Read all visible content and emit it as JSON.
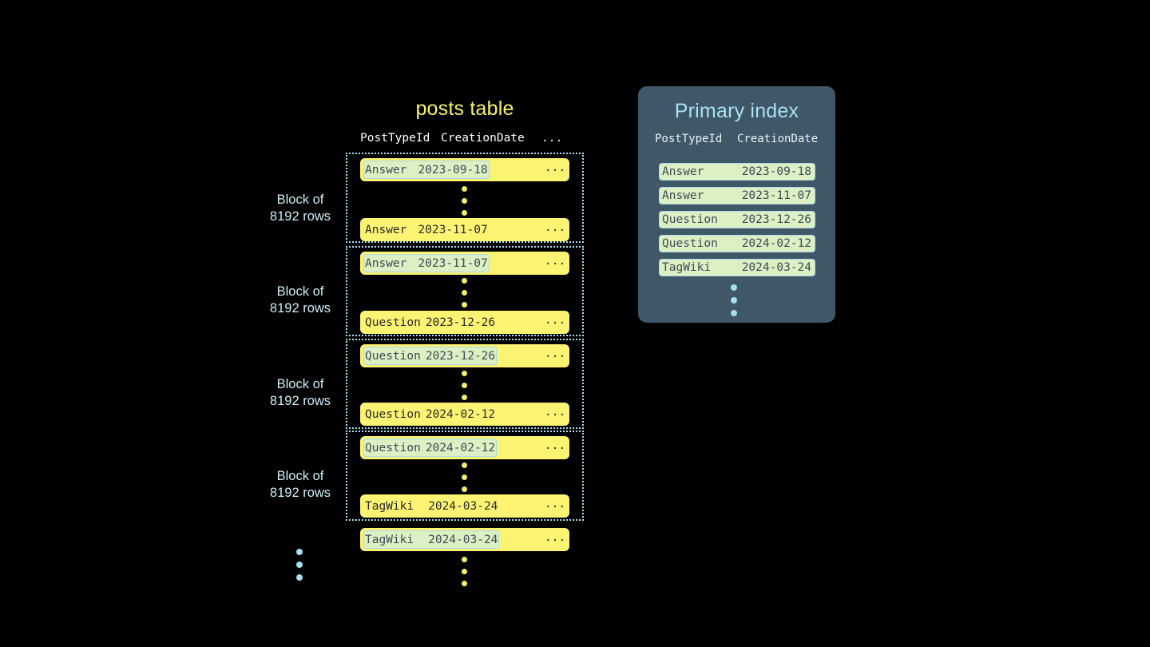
{
  "posts_table": {
    "title": "posts table",
    "columns": [
      "PostTypeId",
      "CreationDate",
      "..."
    ],
    "blocks": [
      {
        "label_line1": "Block of",
        "label_line2": "8192 rows",
        "first_row": {
          "post_type_id": "Answer",
          "creation_date": "2023-09-18",
          "more": "...",
          "highlighted": true
        },
        "last_row": {
          "post_type_id": "Answer",
          "creation_date": "2023-11-07",
          "more": "...",
          "highlighted": false
        }
      },
      {
        "label_line1": "Block of",
        "label_line2": "8192 rows",
        "first_row": {
          "post_type_id": "Answer",
          "creation_date": "2023-11-07",
          "more": "...",
          "highlighted": true
        },
        "last_row": {
          "post_type_id": "Question",
          "creation_date": "2023-12-26",
          "more": "...",
          "highlighted": false
        }
      },
      {
        "label_line1": "Block of",
        "label_line2": "8192 rows",
        "first_row": {
          "post_type_id": "Question",
          "creation_date": "2023-12-26",
          "more": "...",
          "highlighted": true
        },
        "last_row": {
          "post_type_id": "Question",
          "creation_date": "2024-02-12",
          "more": "...",
          "highlighted": false
        }
      },
      {
        "label_line1": "Block of",
        "label_line2": "8192 rows",
        "first_row": {
          "post_type_id": "Question",
          "creation_date": "2024-02-12",
          "more": "...",
          "highlighted": true
        },
        "last_row": {
          "post_type_id": "TagWiki",
          "creation_date": "2024-03-24",
          "more": "...",
          "highlighted": false
        }
      }
    ],
    "trailing_row": {
      "post_type_id": "TagWiki",
      "creation_date": "2024-03-24",
      "more": "...",
      "highlighted": true
    },
    "ellipsis_glyph": "vertical-ellipsis"
  },
  "primary_index": {
    "title": "Primary index",
    "columns": [
      "PostTypeId",
      "CreationDate"
    ],
    "rows": [
      {
        "post_type_id": "Answer",
        "creation_date": "2023-09-18"
      },
      {
        "post_type_id": "Answer",
        "creation_date": "2023-11-07"
      },
      {
        "post_type_id": "Question",
        "creation_date": "2023-12-26"
      },
      {
        "post_type_id": "Question",
        "creation_date": "2024-02-12"
      },
      {
        "post_type_id": "TagWiki",
        "creation_date": "2024-03-24"
      }
    ],
    "ellipsis_glyph": "vertical-ellipsis"
  },
  "colors": {
    "background": "#000000",
    "row_yellow": "#fbf472",
    "highlight_green": "#dcf0c4",
    "highlight_border": "#a9d8ea",
    "panel_slate": "#3f5766",
    "accent_blue": "#a9e2f3",
    "accent_yellow": "#f7f56e",
    "text_dark": "#2a2a2a",
    "text_slate": "#3b4b57"
  }
}
